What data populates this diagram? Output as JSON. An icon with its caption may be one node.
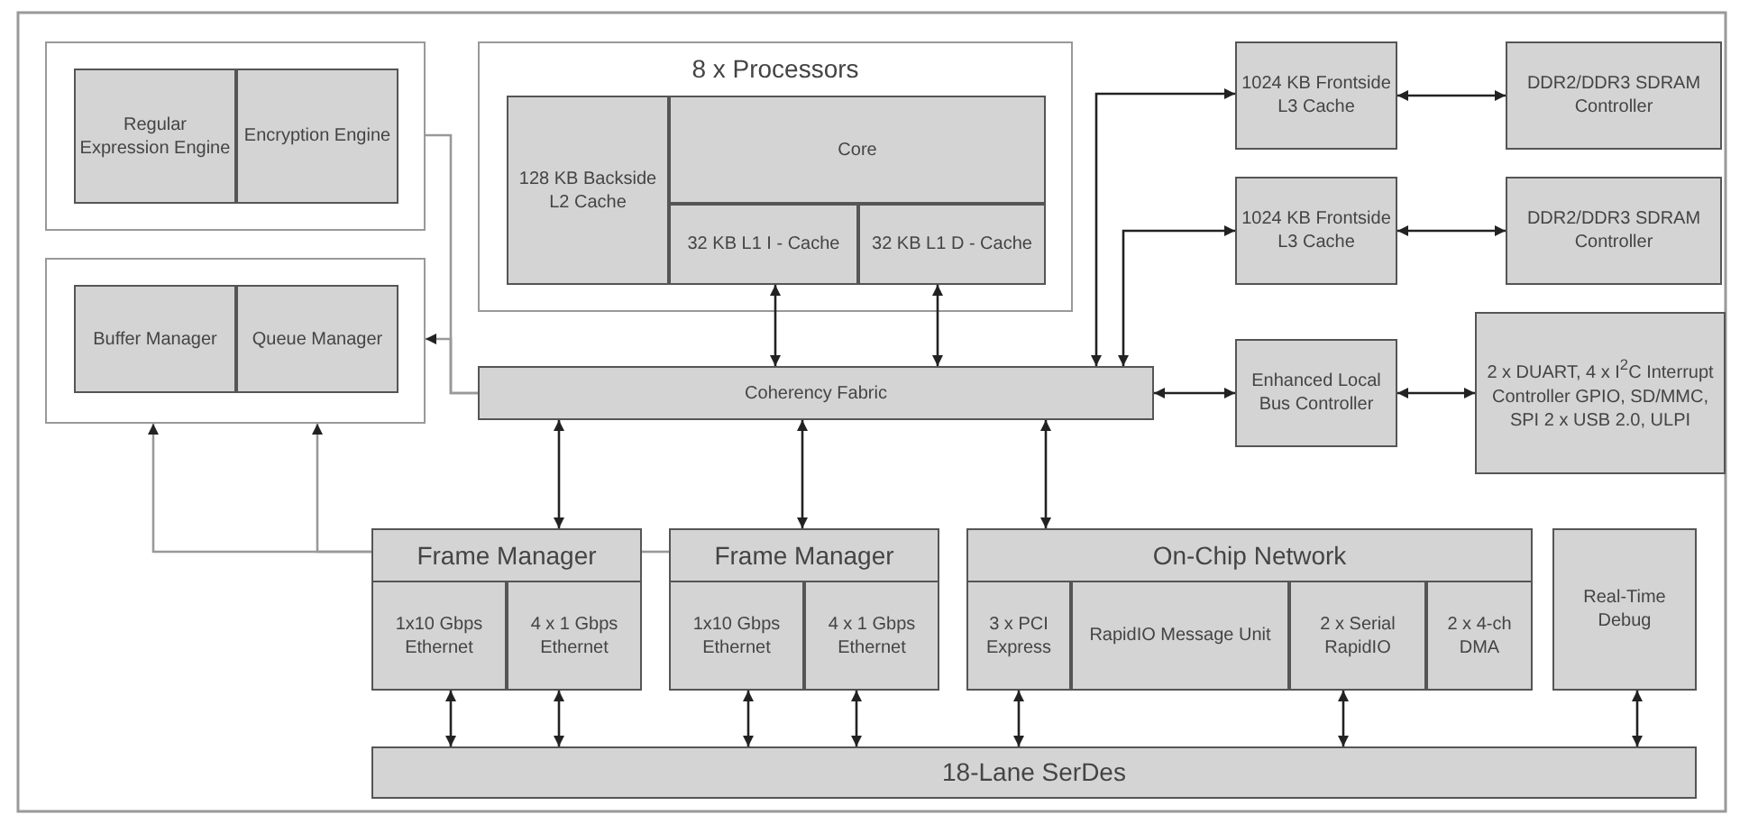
{
  "diagram": {
    "nodes": [
      {
        "text": [],
        "shape": "box"
      },
      {
        "text": [
          "Regular Expression Engine"
        ],
        "in": 0
      },
      {
        "text": [
          "Encryption Engine"
        ],
        "in": 0
      },
      {
        "text": [],
        "shape": "box"
      },
      {
        "text": [
          "Buffer Manager"
        ],
        "in": 3
      },
      {
        "text": [
          "Queue Manager"
        ],
        "in": 3
      },
      {
        "text": [
          "8 x Processors"
        ]
      },
      {
        "text": [
          "128 KB Backside L2 Cache"
        ],
        "in": 6
      },
      {
        "text": [
          "Core"
        ],
        "in": 6
      },
      {
        "text": [
          "32 KB L1 I - Cache"
        ],
        "in": 6
      },
      {
        "text": [
          "32 KB L1 D - Cache"
        ],
        "in": 6
      },
      {
        "text": [
          "Coherency Fabric"
        ]
      },
      {
        "text": [
          "1024 KB Frontside L3 Cache"
        ]
      },
      {
        "text": [
          "DDR2/DDR3 SDRAM Controller"
        ]
      },
      {
        "text": [
          "1024 KB Frontside L3 Cache"
        ]
      },
      {
        "text": [
          "DDR2/DDR3 SDRAM Controller"
        ]
      },
      {
        "text": [
          "Enhanced Local Bus Controller"
        ]
      },
      {
        "text": [
          "2 x DUART, 4 x I$^{2}$C Interrupt Controller GPIO, SD/MMC, SPI 2 x USB 2.0, ULPI"
        ]
      },
      {
        "text": [
          "Frame Manager"
        ]
      },
      {
        "text": [
          "1x10 Gbps Ethernet"
        ],
        "in": 18
      },
      {
        "text": [
          "4 x 1 Gbps Ethernet"
        ],
        "in": 18
      },
      {
        "text": [
          "Frame Manager"
        ]
      },
      {
        "text": [
          "1x10 Gbps Ethernet"
        ],
        "in": 21
      },
      {
        "text": [
          "4 x 1 Gbps Ethernet"
        ],
        "in": 21
      },
      {
        "text": [
          "On-Chip Network"
        ]
      },
      {
        "text": [
          "3 x PCI Express"
        ],
        "in": 24
      },
      {
        "text": [
          "RapidIO Message Unit"
        ],
        "in": 24
      },
      {
        "text": [
          "2 x Serial RapidIO"
        ],
        "in": 24
      },
      {
        "text": [
          "2 x 4-ch DMA"
        ],
        "in": 24
      },
      {
        "text": [
          "Real-Time Debug"
        ]
      },
      {
        "text": [
          "18-Lane SerDes"
        ]
      }
    ],
    "edges": [
      {
        "from": 0,
        "to": 11,
        "arrow": "none",
        "color": "#999999"
      },
      {
        "from": 11,
        "to": 3,
        "arrow": "to",
        "color": "#999999"
      },
      {
        "from": 18,
        "to": 3,
        "arrow": "to",
        "color": "#999999"
      },
      {
        "from": 18,
        "to": 3,
        "arrow": "to",
        "color": "#999999"
      },
      {
        "from": 21,
        "to": 18,
        "arrow": "none",
        "color": "#999999"
      },
      {
        "from": 9,
        "to": 11,
        "arrow": "both"
      },
      {
        "from": 10,
        "to": 11,
        "arrow": "both"
      },
      {
        "from": 11,
        "to": 12,
        "arrow": "both"
      },
      {
        "from": 11,
        "to": 14,
        "arrow": "both"
      },
      {
        "from": 12,
        "to": 13,
        "arrow": "both"
      },
      {
        "from": 14,
        "to": 15,
        "arrow": "both"
      },
      {
        "from": 11,
        "to": 16,
        "arrow": "both"
      },
      {
        "from": 16,
        "to": 17,
        "arrow": "both"
      },
      {
        "from": 11,
        "to": 18,
        "arrow": "both"
      },
      {
        "from": 11,
        "to": 21,
        "arrow": "both"
      },
      {
        "from": 11,
        "to": 24,
        "arrow": "both"
      },
      {
        "from": 19,
        "to": 30,
        "arrow": "both"
      },
      {
        "from": 20,
        "to": 30,
        "arrow": "both"
      },
      {
        "from": 22,
        "to": 30,
        "arrow": "both"
      },
      {
        "from": 23,
        "to": 30,
        "arrow": "both"
      },
      {
        "from": 25,
        "to": 30,
        "arrow": "both"
      },
      {
        "from": 27,
        "to": 30,
        "arrow": "both"
      },
      {
        "from": 29,
        "to": 30,
        "arrow": "both"
      }
    ]
  }
}
